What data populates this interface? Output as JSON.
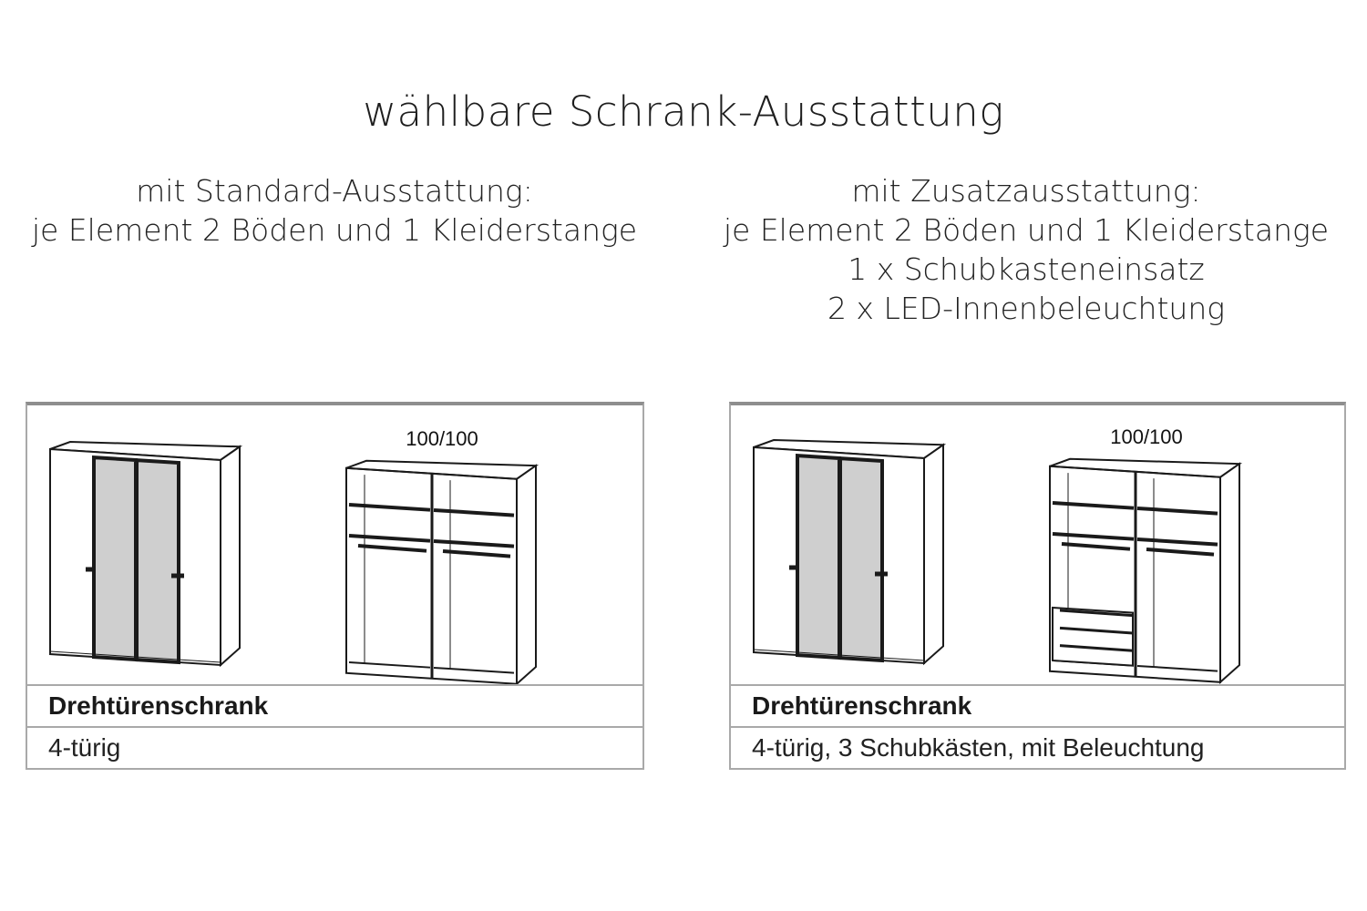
{
  "title": "wählbare Schrank-Ausstattung",
  "left": {
    "heading_lines": [
      "mit Standard-Ausstattung:",
      "je Element 2 Böden und 1 Kleiderstange"
    ],
    "dimension_label": "100/100",
    "type": "Drehtürenschrank",
    "description": "4-türig",
    "drawers": 0
  },
  "right": {
    "heading_lines": [
      "mit Zusatzausstattung:",
      "je Element 2 Böden und 1 Kleiderstange",
      "1 x Schubkasteneinsatz",
      "2 x LED-Innenbeleuchtung"
    ],
    "dimension_label": "100/100",
    "type": "Drehtürenschrank",
    "description": "4-türig, 3 Schubkästen, mit Beleuchtung",
    "drawers": 3
  },
  "colors": {
    "line": "#1a1a1a",
    "mirror": "#cfcfcf",
    "table_border": "#a9a9a9"
  }
}
